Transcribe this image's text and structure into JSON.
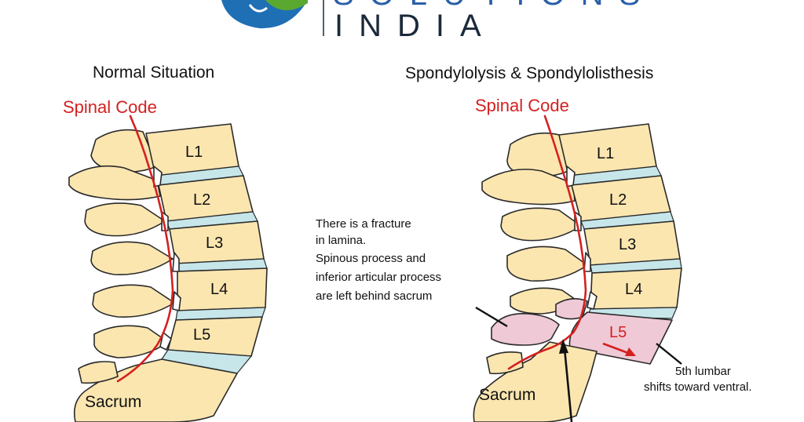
{
  "header": {
    "brand_partial": "SOLUTIONS",
    "brand_country": "INDIA"
  },
  "left_panel": {
    "title": "Normal Situation",
    "cord_label": "Spinal Code",
    "vertebrae": [
      "L1",
      "L2",
      "L3",
      "L4",
      "L5"
    ],
    "sacrum_label": "Sacrum"
  },
  "right_panel": {
    "title": "Spondylolysis & Spondylolisthesis",
    "cord_label": "Spinal Code",
    "vertebrae": [
      "L1",
      "L2",
      "L3",
      "L4",
      "L5"
    ],
    "sacrum_label": "Sacrum",
    "fracture_note": [
      "There is a fracture",
      "in lamina.",
      "Spinous process and",
      "inferior articular process",
      "are left behind sacrum"
    ],
    "shift_note": [
      "5th lumbar",
      "shifts toward ventral."
    ]
  },
  "colors": {
    "bone": "#fbe6b0",
    "disc": "#c6e6ea",
    "cord": "#d42020",
    "displaced": "#efc9d6",
    "logo_blue": "#1f6fb5",
    "logo_green": "#5aa830"
  }
}
